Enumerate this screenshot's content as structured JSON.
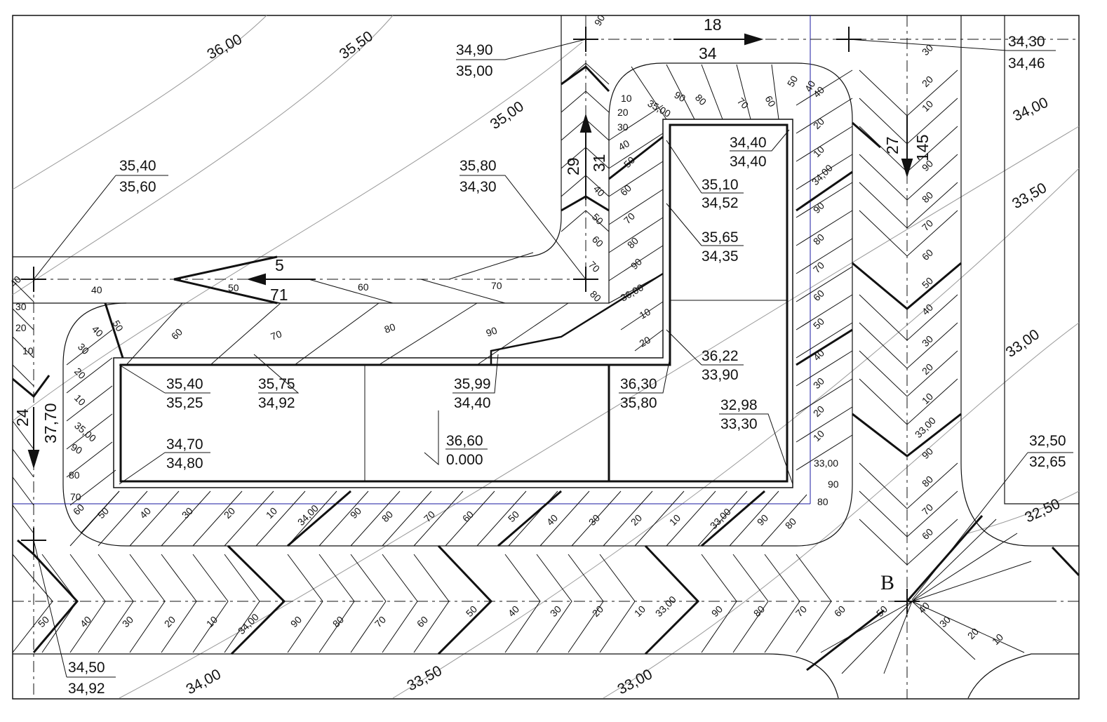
{
  "contour_labels": [
    "36,00",
    "35,50",
    "35,00",
    "34,00",
    "33,50",
    "33,00",
    "32,50",
    "34,00",
    "33,50",
    "33,00"
  ],
  "elevation_marks": [
    {
      "id": "m1",
      "upper": "34,90",
      "lower": "35,00"
    },
    {
      "id": "m2",
      "upper": "34,30",
      "lower": "34,46"
    },
    {
      "id": "m3",
      "upper": "35,40",
      "lower": "35,60"
    },
    {
      "id": "m4",
      "upper": "35,80",
      "lower": "34,30"
    },
    {
      "id": "m5",
      "upper": "34,40",
      "lower": "34,40"
    },
    {
      "id": "m6",
      "upper": "35,10",
      "lower": "34,52"
    },
    {
      "id": "m7",
      "upper": "35,65",
      "lower": "34,35"
    },
    {
      "id": "m8",
      "upper": "36,22",
      "lower": "33,90"
    },
    {
      "id": "m9",
      "upper": "35,40",
      "lower": "35,25"
    },
    {
      "id": "m10",
      "upper": "35,75",
      "lower": "34,92"
    },
    {
      "id": "m11",
      "upper": "35,99",
      "lower": "34,40"
    },
    {
      "id": "m12",
      "upper": "36,30",
      "lower": "35,80"
    },
    {
      "id": "m13",
      "upper": "32,98",
      "lower": "33,30"
    },
    {
      "id": "m14",
      "upper": "34,70",
      "lower": "34,80"
    },
    {
      "id": "m15",
      "upper": "36,60",
      "lower": "0.000"
    },
    {
      "id": "m16",
      "upper": "32,50",
      "lower": "32,65"
    },
    {
      "id": "m17",
      "upper": "34,50",
      "lower": "34,92"
    }
  ],
  "slope_labels": {
    "top_a": "18",
    "top_b": "34",
    "left_a": "29",
    "left_b": "31",
    "mid_a": "5",
    "mid_b": "71",
    "right_a": "27",
    "right_b": "145",
    "west_a": "24",
    "west_b": "37,70"
  },
  "point_label": "B",
  "ticks": [
    "10",
    "20",
    "30",
    "40",
    "50",
    "60",
    "70",
    "80",
    "90",
    "35,00",
    "34,00",
    "33,00",
    "36,00"
  ],
  "colors": {
    "line": "#111111",
    "thin": "#888888",
    "blue": "#1a1aa0"
  }
}
